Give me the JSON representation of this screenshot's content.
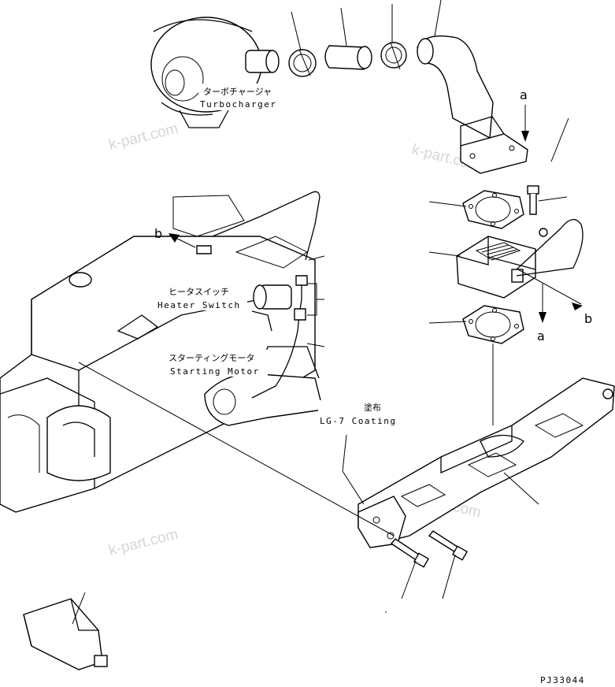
{
  "labels": {
    "turbocharger_jp": "ターボチャージャ",
    "turbocharger_en": "Turbocharger",
    "heater_switch_jp": "ヒータスイッチ",
    "heater_switch_en": "Heater Switch",
    "starting_motor_jp": "スターティングモータ",
    "starting_motor_en": "Starting Motor",
    "coating_jp": "塗布",
    "coating_en": "LG-7 Coating"
  },
  "callouts": {
    "a_top": "a",
    "a_bottom": "a",
    "b_left": "b",
    "b_right": "b"
  },
  "watermark": "k-part.com",
  "drawing_code": "PJ33044"
}
